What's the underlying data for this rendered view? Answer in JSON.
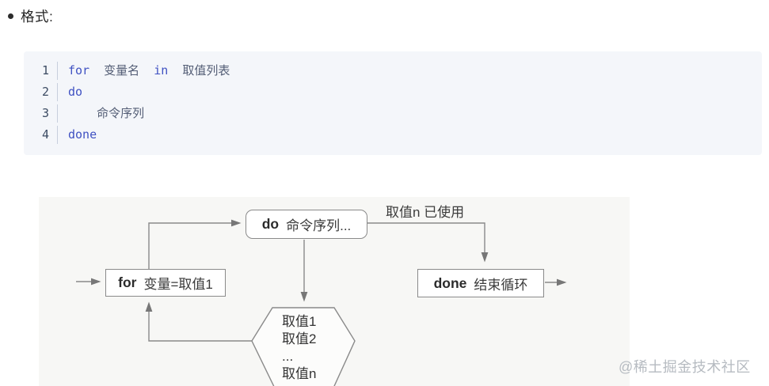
{
  "list": {
    "item": "格式:"
  },
  "code": {
    "line1": {
      "num": "1",
      "kw1": "for",
      "t1": "  变量名  ",
      "kw2": "in",
      "t2": "  取值列表"
    },
    "line2": {
      "num": "2",
      "kw1": "do"
    },
    "line3": {
      "num": "3",
      "t1": "    命令序列"
    },
    "line4": {
      "num": "4",
      "kw1": "done"
    }
  },
  "flowchart": {
    "for_box": {
      "keyword": "for",
      "text": "变量=取值1"
    },
    "do_box": {
      "keyword": "do",
      "text": "命令序列..."
    },
    "done_box": {
      "keyword": "done",
      "text": "结束循环"
    },
    "edge_label": "取值n 已使用",
    "hexagon": {
      "line1": "取值1",
      "line2": "取值2",
      "line3": "...",
      "line4": "取值n"
    }
  },
  "watermark": "@稀土掘金技术社区",
  "colors": {
    "keyword": "#3f51c2",
    "code_background": "#f4f6fa",
    "flow_line": "#8a8a8a",
    "flow_panel": "#f7f7f5",
    "watermark": "#b6bbc1"
  }
}
